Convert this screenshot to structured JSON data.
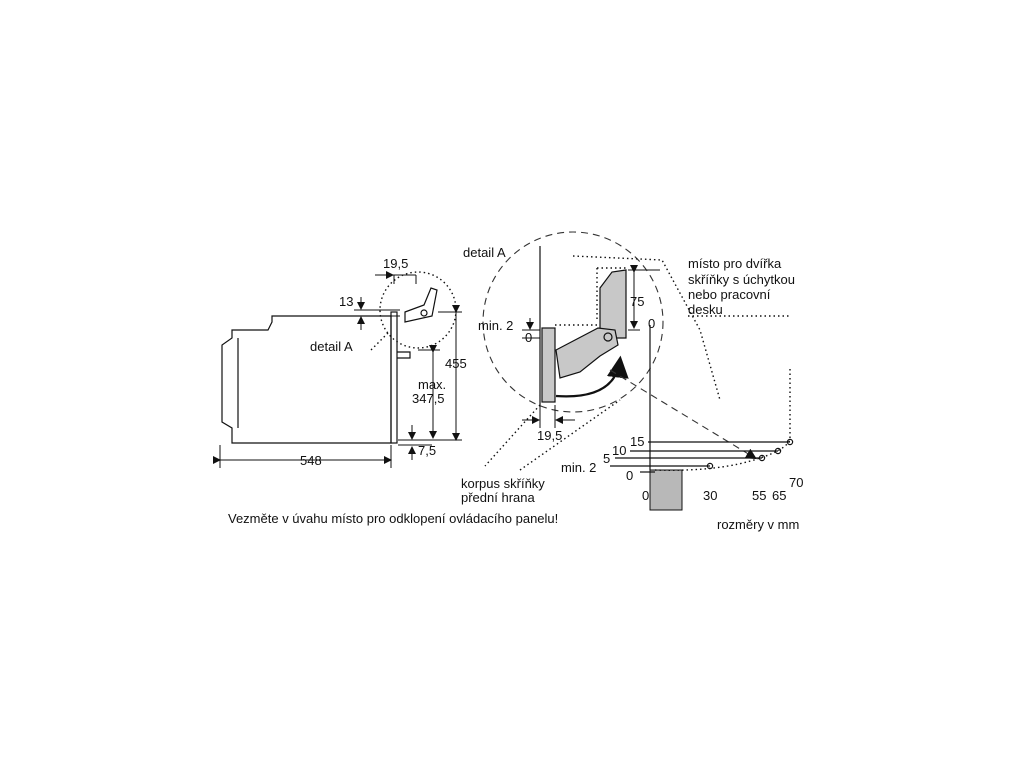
{
  "labels": {
    "detail_a_left": "detail A",
    "detail_a_right": "detail A",
    "dim_548": "548",
    "dim_19_5_top": "19,5",
    "dim_13": "13",
    "dim_455": "455",
    "dim_max": "max.",
    "dim_347_5": "347,5",
    "dim_7_5": "7,5",
    "dim_min2_detail": "min. 2",
    "dim_0_detail": "0",
    "dim_19_5_detail": "19,5",
    "dim_75": "75",
    "dim_0_right": "0",
    "korpus_line1": "korpus skříňky",
    "korpus_line2": "přední hrana",
    "misto_line1": "místo pro dvířka",
    "misto_line2": "skříňky s úchytkou",
    "misto_line3": "nebo pracovní",
    "misto_line4": "desku",
    "scale_15": "15",
    "scale_10": "10",
    "scale_5": "5",
    "scale_min2": "min. 2",
    "scale_0_left": "0",
    "scale_0_bottom": "0",
    "scale_30": "30",
    "scale_55": "55",
    "scale_65": "65",
    "scale_70": "70",
    "note": "Vezměte v úvahu místo pro odklopení ovládacího panelu!",
    "units": "rozměry v mm"
  }
}
